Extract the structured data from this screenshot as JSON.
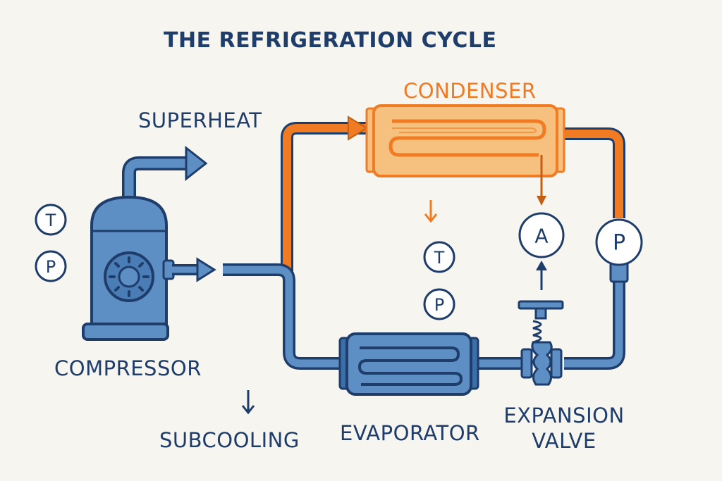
{
  "title": "THE REFRIGERATION CYCLE",
  "labels": {
    "superheat": "SUPERHEAT",
    "condenser": "CONDENSER",
    "compressor": "COMPRESSOR",
    "subcooling": "SUBCOOLING",
    "evaporator": "EVAPORATOR",
    "expansion_valve_line1": "EXPANSION",
    "expansion_valve_line2": "VALVE"
  },
  "gauges": {
    "temperature": "T",
    "pressure": "P",
    "ammeter": "A"
  },
  "colors": {
    "background": "#f7f5f0",
    "high_side": "#f07b22",
    "low_side": "#1d5aa0",
    "navy_text": "#1f3d6b",
    "component_fill": "#5d8fc4",
    "condenser_fill": "#f6c07e"
  },
  "icons": {
    "compressor": "compressor-icon",
    "condenser": "condenser-coil-icon",
    "evaporator": "evaporator-coil-icon",
    "expansion_valve": "expansion-valve-icon",
    "flow_arrow": "arrow-icon"
  }
}
